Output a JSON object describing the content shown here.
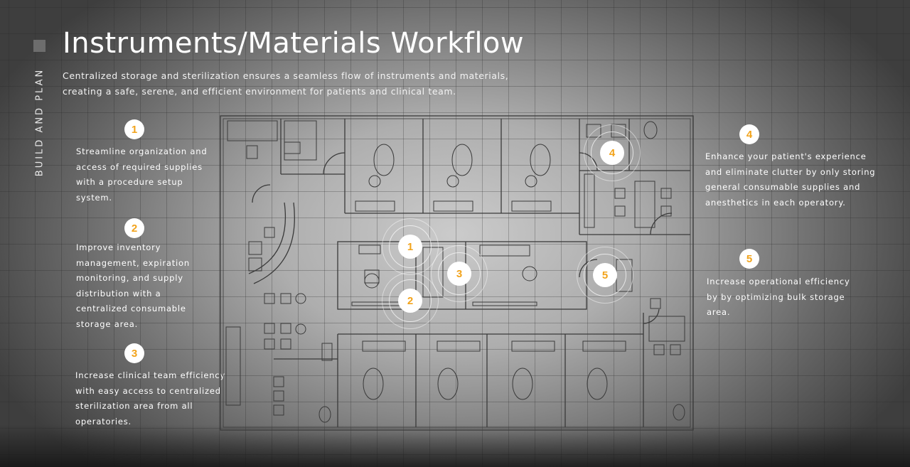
{
  "header": {
    "section_label": "BUILD AND PLAN",
    "title": "Instruments/Materials Workflow",
    "subtitle": "Centralized storage and sterilization ensures a seamless flow of instruments and materials, creating a safe, serene, and efficient environment for patients and clinical team."
  },
  "points": [
    {
      "number": "1",
      "text": "Streamline organization and access of required supplies with a procedure setup system."
    },
    {
      "number": "2",
      "text": "Improve inventory management, expiration monitoring, and supply distribution with a centralized consumable storage area."
    },
    {
      "number": "3",
      "text": "Increase clinical team efficiency with easy access to centralized sterilization area from all operatories."
    },
    {
      "number": "4",
      "text": "Enhance your patient's experience and eliminate clutter by only storing general consumable supplies and anesthetics in each operatory."
    },
    {
      "number": "5",
      "text": "Increase operational efficiency by by optimizing bulk storage area."
    }
  ],
  "map_markers": [
    "1",
    "2",
    "3",
    "4",
    "5"
  ],
  "colors": {
    "accent": "#f2a31b",
    "text": "#ffffff",
    "lines": "#3a3a3a"
  }
}
